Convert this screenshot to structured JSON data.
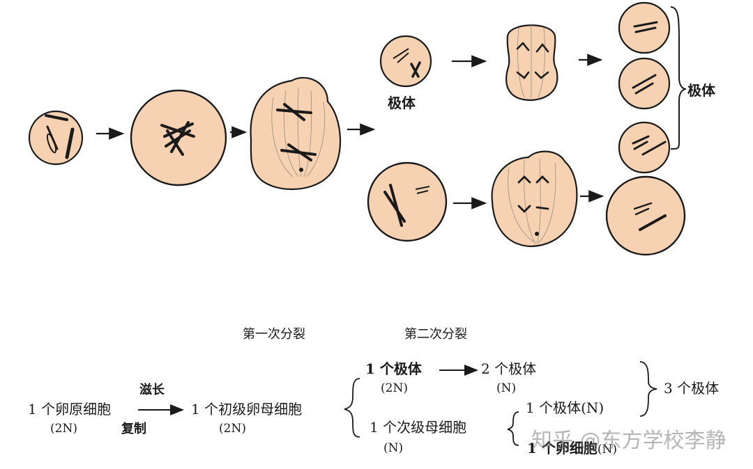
{
  "diagram": {
    "label_polar_body_top": "极体",
    "label_polar_body_bracket": "极体"
  },
  "summary": {
    "first_division": "第一次分裂",
    "second_division": "第二次分裂",
    "oogonium": "1 个卵原细胞",
    "oogonium_ploidy": "(2N)",
    "growth": "滋长",
    "replication": "复制",
    "primary_oocyte": "1 个初级卵母细胞",
    "primary_oocyte_ploidy": "(2N)",
    "first_polar_body": "1 个极体",
    "first_polar_body_ploidy": "(2N)",
    "two_polar_bodies": "2 个极体",
    "two_polar_bodies_ploidy": "(N)",
    "three_polar_bodies": "3 个极体",
    "secondary_oocyte": "1 个次级母细胞",
    "secondary_oocyte_ploidy": "(N)",
    "polar_body_n": "1 个极体(N)",
    "egg_cell": "1 个卵细胞",
    "egg_cell_ploidy": "(N)"
  },
  "watermark": "知乎 @东方学校李静",
  "colors": {
    "cell_fill": "#f6d2b2",
    "outline": "#1a1a1a"
  }
}
